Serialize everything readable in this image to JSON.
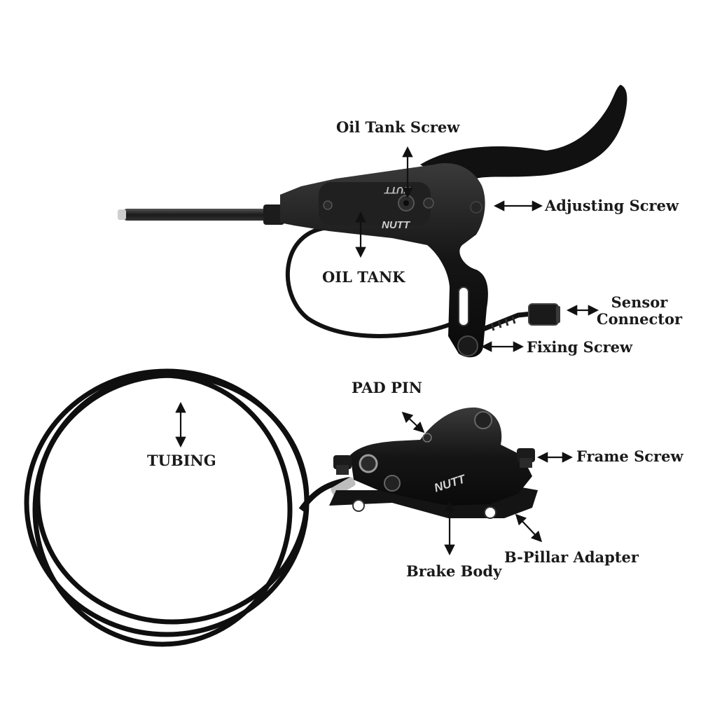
{
  "labels": {
    "oil_tank_screw": "Oil Tank Screw",
    "adjusting_screw": "Adjusting Screw",
    "oil_tank": "OIL TANK",
    "sensor_connector_line1": "Sensor",
    "sensor_connector_line2": "Connector",
    "fixing_screw": "Fixing Screw",
    "pad_pin": "PAD PIN",
    "tubing": "TUBING",
    "frame_screw": "Frame Screw",
    "b_pillar_adapter": "B-Pillar Adapter",
    "brake_body": "Brake Body"
  },
  "brand": {
    "lever_logo_top": "NUTT",
    "lever_logo_bottom": "NUTT",
    "caliper_logo": "NUTT"
  },
  "colors": {
    "part_black": "#141414",
    "part_highlight": "#3a3a3a",
    "arrow": "#111111",
    "label_text": "#1a1a1a",
    "metal": "#bdbdbd"
  }
}
